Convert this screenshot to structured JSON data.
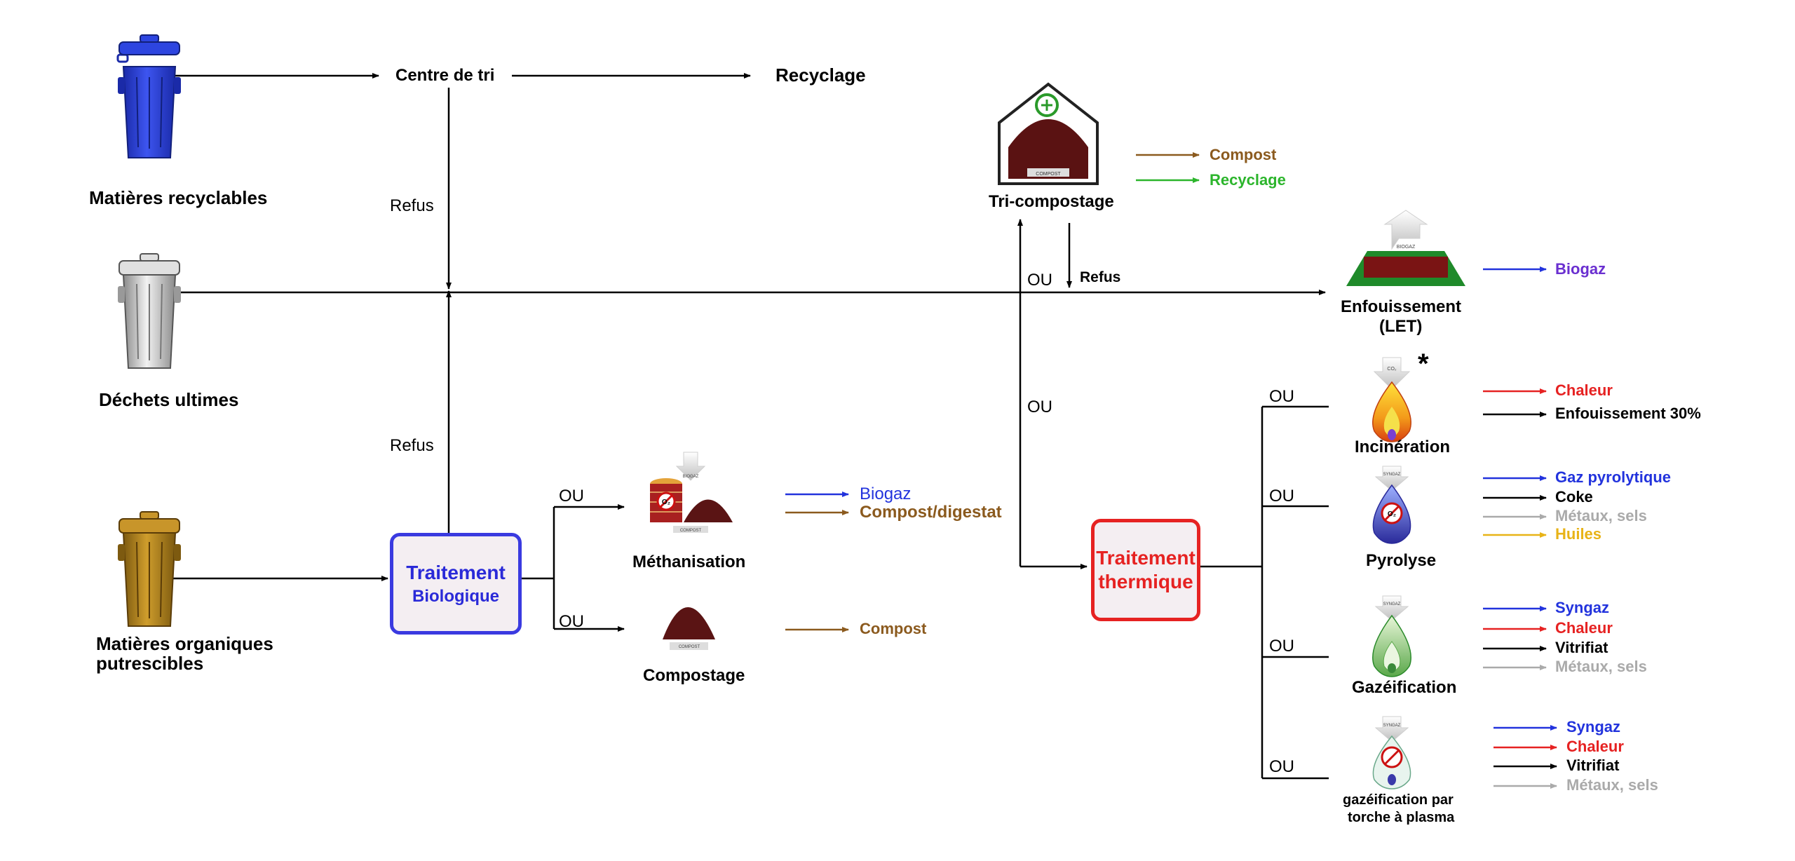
{
  "colors": {
    "blue_bin": "#2a3fd6",
    "grey_bin": "#c8c8c8",
    "brown_bin": "#b98a1e",
    "brown": "#8b5a1e",
    "green": "#2cb52c",
    "purple": "#6a2fd0",
    "blue": "#2233dd",
    "red": "#e62222",
    "gold": "#e8b317",
    "grey": "#aaaaaa"
  },
  "sources": {
    "recyclables": "Matières recyclables",
    "ultimes": "Déchets ultimes",
    "organiques_line1": "Matières organiques",
    "organiques_line2": "putrescibles"
  },
  "nodes": {
    "centre_tri": "Centre de tri",
    "recyclage": "Recyclage",
    "tri_compostage": "Tri-compostage",
    "enfouissement_line1": "Enfouissement",
    "enfouissement_line2": "(LET)",
    "traitement_bio_line1": "Traitement",
    "traitement_bio_line2": "Biologique",
    "traitement_therm_line1": "Traitement",
    "traitement_therm_line2": "thermique",
    "methanisation": "Méthanisation",
    "compostage": "Compostage",
    "incineration": "Incinération",
    "pyrolyse": "Pyrolyse",
    "gazeification": "Gazéification",
    "plasma_line1": "gazéification par",
    "plasma_line2": "torche à plasma"
  },
  "labels": {
    "refus": "Refus",
    "ou": "OU",
    "asterisk": "*"
  },
  "icon_labels": {
    "compost": "COMPOST",
    "biogaz": "BIOGAZ",
    "co2": "CO₂",
    "syngaz": "SYNGAZ",
    "o2": "O₂"
  },
  "outputs": {
    "tri_compostage": [
      "Compost",
      "Recyclage"
    ],
    "enfouissement": [
      "Biogaz"
    ],
    "methanisation": [
      "Biogaz",
      "Compost/digestat"
    ],
    "compostage": [
      "Compost"
    ],
    "incineration": [
      "Chaleur",
      "Enfouissement 30%"
    ],
    "pyrolyse": [
      "Gaz pyrolytique",
      "Coke",
      "Métaux, sels",
      "Huiles"
    ],
    "gazeification": [
      "Syngaz",
      "Chaleur",
      "Vitrifiat",
      "Métaux, sels"
    ],
    "plasma": [
      "Syngaz",
      "Chaleur",
      "Vitrifiat",
      "Métaux, sels"
    ]
  }
}
